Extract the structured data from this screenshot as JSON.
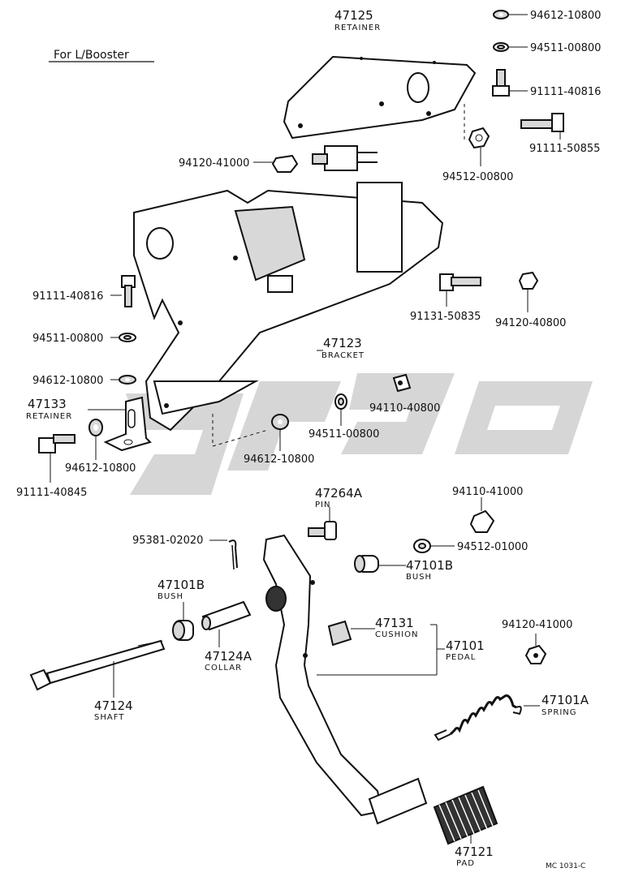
{
  "title": "For L/Booster",
  "watermark_color": "#cfcfcf",
  "diagram_code": "MC 1031-C",
  "labels": {
    "l47125": "47125",
    "l47125_sub": "RETAINER",
    "l94612a": "94612-10800",
    "l94511a": "94511-00800",
    "l91111a": "91111-40816",
    "l91111b": "91111-50855",
    "l94120a": "94120-41000",
    "l94512a": "94512-00800",
    "l91111c": "91111-40816",
    "l91131": "91131-50835",
    "l94120b": "94120-40800",
    "l94511b": "94511-00800",
    "l47123": "47123",
    "l47123_sub": "BRACKET",
    "l94612b": "94612-10800",
    "l94110a": "94110-40800",
    "l47133": "47133",
    "l47133_sub": "RETAINER",
    "l94511c": "94511-00800",
    "l94612c": "94612-10800",
    "l94612d": "94612-10800",
    "l91111d": "91111-40845",
    "l47264A": "47264A",
    "l47264A_sub": "PIN",
    "l94110b": "94110-41000",
    "l95381": "95381-02020",
    "l94512b": "94512-01000",
    "l47101B_a": "47101B",
    "l47101B_a_sub": "BUSH",
    "l47101B_b": "47101B",
    "l47101B_b_sub": "BUSH",
    "l47124A": "47124A",
    "l47124A_sub": "COLLAR",
    "l47131": "47131",
    "l47131_sub": "CUSHION",
    "l94120c": "94120-41000",
    "l47101": "47101",
    "l47101_sub": "PEDAL",
    "l47124": "47124",
    "l47124_sub": "SHAFT",
    "l47101A": "47101A",
    "l47101A_sub": "SPRING",
    "l47121": "47121",
    "l47121_sub": "PAD"
  }
}
